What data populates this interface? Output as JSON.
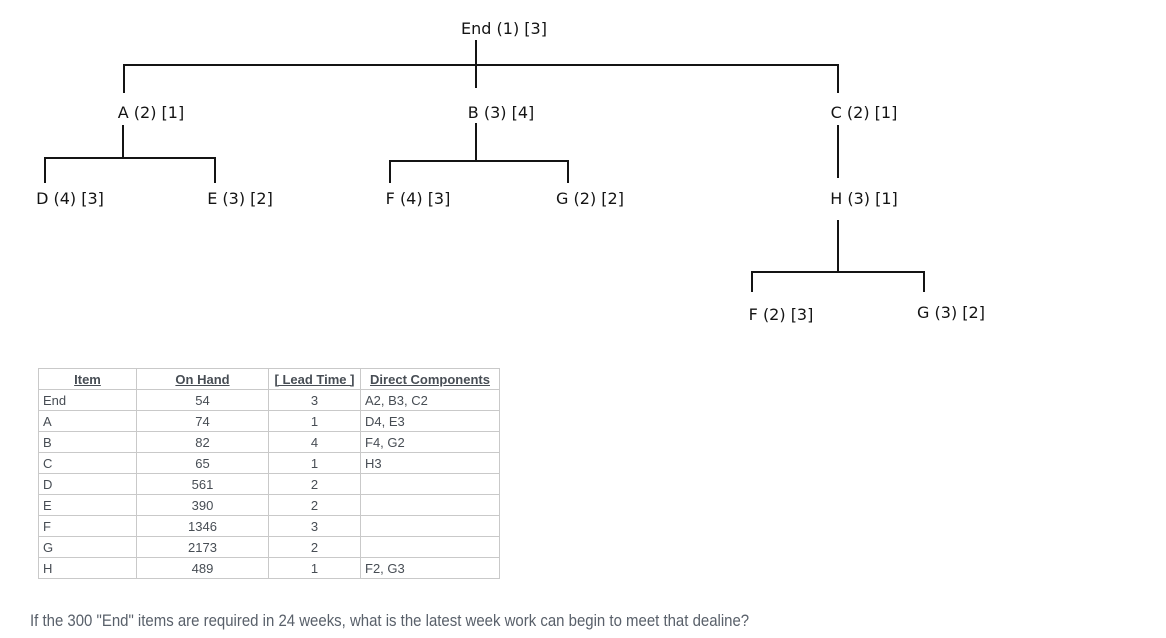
{
  "tree": {
    "nodes": [
      {
        "id": "end",
        "label": "End (1) [3]"
      },
      {
        "id": "a",
        "label": "A (2) [1]"
      },
      {
        "id": "b",
        "label": "B (3) [4]"
      },
      {
        "id": "c",
        "label": "C (2) [1]"
      },
      {
        "id": "d",
        "label": "D (4) [3]"
      },
      {
        "id": "e",
        "label": "E (3) [2]"
      },
      {
        "id": "f1",
        "label": "F (4) [3]"
      },
      {
        "id": "g1",
        "label": "G (2) [2]"
      },
      {
        "id": "h",
        "label": "H (3) [1]"
      },
      {
        "id": "f2",
        "label": "F (2) [3]"
      },
      {
        "id": "g2",
        "label": "G (3) [2]"
      }
    ],
    "hierarchy": {
      "End": [
        "A",
        "B",
        "C"
      ],
      "A": [
        "D",
        "E"
      ],
      "B": [
        "F",
        "G"
      ],
      "C": [
        "H"
      ],
      "H": [
        "F",
        "G"
      ]
    }
  },
  "table": {
    "headers": [
      "Item",
      "On Hand",
      "[ Lead Time ]",
      "Direct Components"
    ],
    "rows": [
      [
        "End",
        "54",
        "3",
        "A2, B3, C2"
      ],
      [
        "A",
        "74",
        "1",
        "D4, E3"
      ],
      [
        "B",
        "82",
        "4",
        "F4, G2"
      ],
      [
        "C",
        "65",
        "1",
        "H3"
      ],
      [
        "D",
        "561",
        "2",
        ""
      ],
      [
        "E",
        "390",
        "2",
        ""
      ],
      [
        "F",
        "1346",
        "3",
        ""
      ],
      [
        "G",
        "2173",
        "2",
        ""
      ],
      [
        "H",
        "489",
        "1",
        "F2, G3"
      ]
    ]
  },
  "question": "If the 300 \"End\" items are required in 24 weeks, what is the latest week work can begin to meet that dealine?",
  "colors": {
    "tree_line": "#141414",
    "tree_text": "#141414",
    "table_border": "#c9c9c9",
    "table_text": "#474d54",
    "question_text": "#59606a",
    "background": "#ffffff"
  }
}
